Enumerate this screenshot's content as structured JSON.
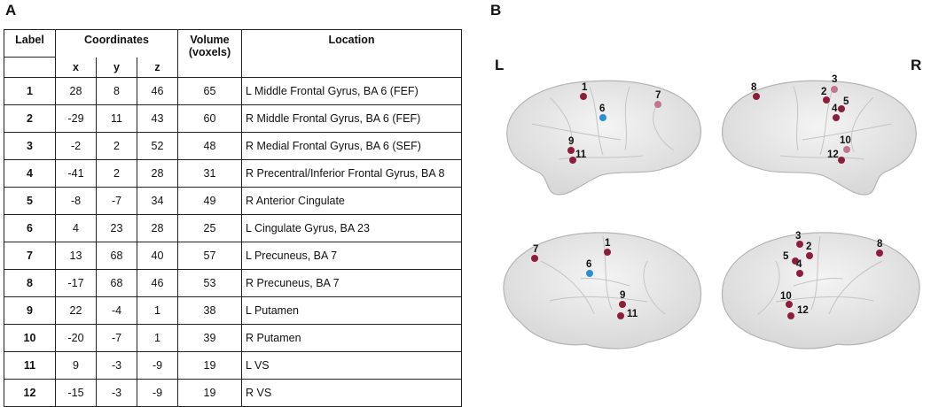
{
  "panels": {
    "a": "A",
    "b": "B"
  },
  "table": {
    "headers": {
      "label": "Label",
      "coordinates": "Coordinates",
      "volume_line1": "Volume",
      "volume_line2": "(voxels)",
      "location": "Location",
      "x": "x",
      "y": "y",
      "z": "z"
    },
    "rows": [
      {
        "label": "1",
        "x": "28",
        "y": "8",
        "z": "46",
        "volume": "65",
        "location": "L Middle Frontal Gyrus, BA 6 (FEF)"
      },
      {
        "label": "2",
        "x": "-29",
        "y": "11",
        "z": "43",
        "volume": "60",
        "location": "R Middle Frontal Gyrus, BA 6 (FEF)"
      },
      {
        "label": "3",
        "x": "-2",
        "y": "2",
        "z": "52",
        "volume": "48",
        "location": "R Medial Frontal Gyrus, BA 6 (SEF)"
      },
      {
        "label": "4",
        "x": "-41",
        "y": "2",
        "z": "28",
        "volume": "31",
        "location": "R Precentral/Inferior Frontal Gyrus, BA 8"
      },
      {
        "label": "5",
        "x": "-8",
        "y": "-7",
        "z": "34",
        "volume": "49",
        "location": "R Anterior Cingulate"
      },
      {
        "label": "6",
        "x": "4",
        "y": "23",
        "z": "28",
        "volume": "25",
        "location": "L Cingulate Gyrus, BA 23"
      },
      {
        "label": "7",
        "x": "13",
        "y": "68",
        "z": "40",
        "volume": "57",
        "location": "L Precuneus, BA 7"
      },
      {
        "label": "8",
        "x": "-17",
        "y": "68",
        "z": "46",
        "volume": "53",
        "location": "R Precuneus, BA 7"
      },
      {
        "label": "9",
        "x": "22",
        "y": "-4",
        "z": "1",
        "volume": "38",
        "location": "L Putamen"
      },
      {
        "label": "10",
        "x": "-20",
        "y": "-7",
        "z": "1",
        "volume": "39",
        "location": "R Putamen"
      },
      {
        "label": "11",
        "x": "9",
        "y": "-3",
        "z": "-9",
        "volume": "19",
        "location": "L VS"
      },
      {
        "label": "12",
        "x": "-15",
        "y": "-3",
        "z": "-9",
        "volume": "19",
        "location": "R VS"
      }
    ]
  },
  "brain": {
    "hemisphere_left": "L",
    "hemisphere_right": "R",
    "colors": {
      "roi": "#8c1e3c",
      "roi_highlight": "#2a8fd6",
      "brain_fill": "#e6e6e6",
      "brain_edge": "#b4b4b4"
    },
    "views": [
      {
        "name": "left-lateral",
        "labels": [
          "1",
          "6",
          "7",
          "9",
          "11"
        ]
      },
      {
        "name": "right-lateral",
        "labels": [
          "2",
          "3",
          "4",
          "5",
          "8",
          "10",
          "12"
        ]
      },
      {
        "name": "left-medial",
        "labels": [
          "1",
          "6",
          "7",
          "9",
          "11"
        ]
      },
      {
        "name": "right-medial",
        "labels": [
          "2",
          "3",
          "4",
          "5",
          "8",
          "10",
          "12"
        ]
      }
    ]
  }
}
